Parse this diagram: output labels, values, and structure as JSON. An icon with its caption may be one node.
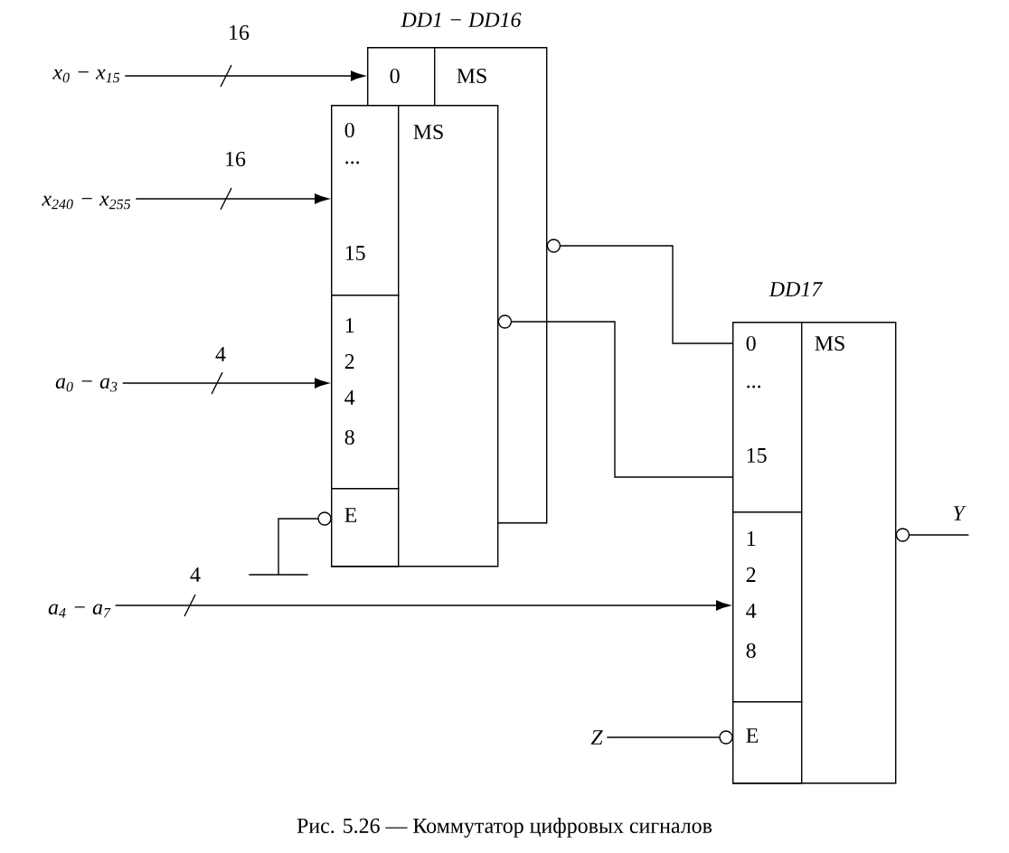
{
  "diagram": {
    "caption": "Рис. 5.26 — Коммутатор цифровых сигналов",
    "nodes": [
      {
        "text": [
          "MS"
        ],
        "beside": [
          "DD1 − DD16"
        ]
      },
      {
        "text": [
          "0"
        ],
        "in": 0
      },
      {
        "text": [
          "MS"
        ]
      },
      {
        "text": [
          "0",
          "...",
          "15"
        ],
        "in": 2
      },
      {
        "text": [
          "1",
          "2",
          "4",
          "8"
        ],
        "in": 2
      },
      {
        "text": [
          "E"
        ],
        "in": 2
      },
      {
        "text": [
          "MS"
        ],
        "beside": [
          "DD17"
        ]
      },
      {
        "text": [
          "0",
          "...",
          "15"
        ],
        "in": 6
      },
      {
        "text": [
          "1",
          "2",
          "4",
          "8"
        ],
        "in": 6
      },
      {
        "text": [
          "E"
        ],
        "in": 6
      },
      {
        "text": [
          "x$_{0}$ − x$_{15}$"
        ]
      },
      {
        "text": [
          "x$_{240}$ − x$_{255}$"
        ]
      },
      {
        "text": [
          "a$_{0}$ − a$_{3}$"
        ]
      },
      {
        "text": [
          "a$_{4}$ − a$_{7}$"
        ]
      },
      {
        "text": [
          "Z"
        ]
      },
      {
        "text": [
          "Y"
        ]
      },
      {
        "text": [],
        "shape": "ground"
      }
    ],
    "edges": [
      {
        "from": 10,
        "to": 1,
        "arrow": "to",
        "label": "16"
      },
      {
        "from": 11,
        "to": 3,
        "arrow": "to",
        "label": "16"
      },
      {
        "from": 12,
        "to": 4,
        "arrow": "to",
        "label": "4"
      },
      {
        "from": 13,
        "to": 8,
        "arrow": "to",
        "label": "4"
      },
      {
        "from": 0,
        "to": 7,
        "arrow": "other"
      },
      {
        "from": 2,
        "to": 7,
        "arrow": "other"
      },
      {
        "from": 5,
        "to": 16,
        "arrow": "other"
      },
      {
        "from": 14,
        "to": 9,
        "arrow": "other"
      },
      {
        "from": 6,
        "to": 15,
        "arrow": "other"
      }
    ]
  }
}
